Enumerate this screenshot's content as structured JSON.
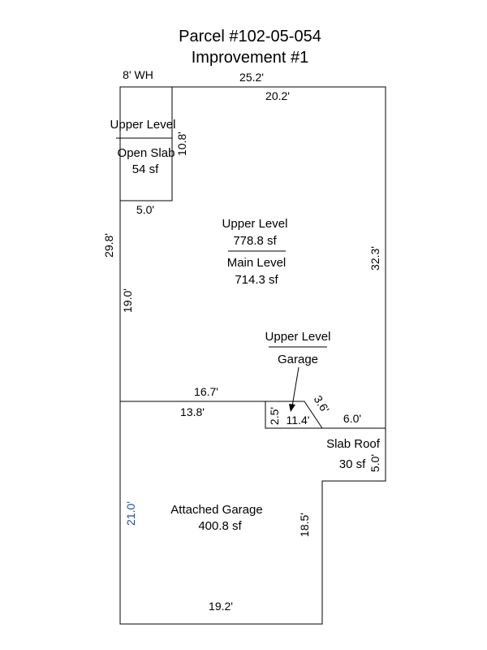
{
  "title": {
    "line1": "Parcel #102-05-054",
    "line2": "Improvement #1"
  },
  "areas": {
    "open_slab": {
      "top": "Upper Level",
      "name": "Open Slab",
      "area": "54 sf"
    },
    "main": {
      "upper_name": "Upper Level",
      "upper_area": "778.8 sf",
      "lower_name": "Main Level",
      "lower_area": "714.3 sf"
    },
    "garage_callout": {
      "top": "Upper Level",
      "bottom": "Garage"
    },
    "slab_roof": {
      "name": "Slab Roof",
      "area": "30 sf"
    },
    "attached_garage": {
      "name": "Attached Garage",
      "area": "400.8 sf"
    }
  },
  "dimensions": {
    "wh": "8' WH",
    "top_outer": "25.2'",
    "top_inner": "20.2'",
    "slab_height": "10.8'",
    "slab_width": "5.0'",
    "left_total": "29.8'",
    "left_inner": "19.0'",
    "right_total": "32.3'",
    "garage_top_outer": "16.7'",
    "garage_top_inner": "13.8'",
    "notch_height": "2.5'",
    "notch_width": "11.4'",
    "diagonal": "3.6'",
    "roof_width": "6.0'",
    "roof_height": "5.0'",
    "garage_left": "21.0'",
    "garage_right": "18.5'",
    "garage_bottom": "19.2'"
  },
  "colors": {
    "lines": "#000000",
    "highlight_dimension": "#1f4e8c"
  }
}
